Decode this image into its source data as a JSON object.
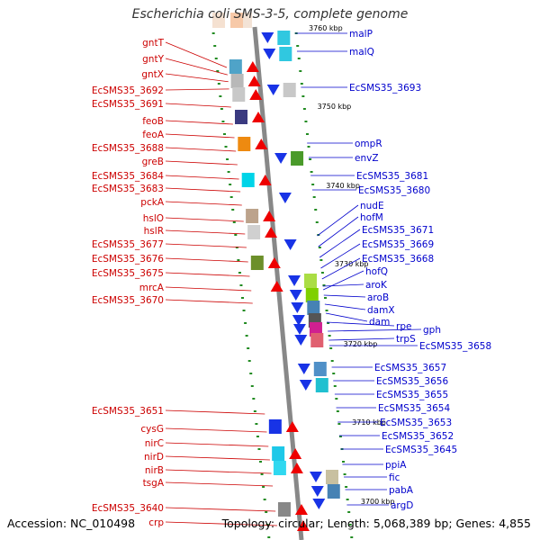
{
  "title": "Escherichia coli SMS-3-5, complete genome",
  "accession": "Accession: NC_010498",
  "topology": "Topology: circular; Length: 5,068,389 bp; Genes: 4,855",
  "colors": {
    "left_labels": "#cc0000",
    "right_labels": "#0000cc",
    "backbone": "#888888",
    "ticks": "#228b22"
  },
  "ruler": [
    "3760 kbp",
    "3750 kbp",
    "3740 kbp",
    "3730 kbp",
    "3720 kbp",
    "3710 kbp",
    "3700 kbp"
  ],
  "left_labels": [
    "gntT",
    "gntY",
    "gntX",
    "EcSMS35_3692",
    "EcSMS35_3691",
    "feoB",
    "feoA",
    "EcSMS35_3688",
    "greB",
    "EcSMS35_3684",
    "EcSMS35_3683",
    "pckA",
    "hslO",
    "hslR",
    "EcSMS35_3677",
    "EcSMS35_3676",
    "EcSMS35_3675",
    "mrcA",
    "EcSMS35_3670",
    "EcSMS35_3651",
    "cysG",
    "nirC",
    "nirD",
    "nirB",
    "tsgA",
    "EcSMS35_3640",
    "crp"
  ],
  "right_labels": [
    "malP",
    "malQ",
    "EcSMS35_3693",
    "ompR",
    "envZ",
    "EcSMS35_3681",
    "EcSMS35_3680",
    "nudE",
    "hofM",
    "EcSMS35_3671",
    "EcSMS35_3669",
    "EcSMS35_3668",
    "hofQ",
    "aroK",
    "aroB",
    "damX",
    "dam",
    "rpe",
    "gph",
    "trpS",
    "EcSMS35_3658",
    "EcSMS35_3657",
    "EcSMS35_3656",
    "EcSMS35_3655",
    "EcSMS35_3654",
    "EcSMS35_3653",
    "EcSMS35_3652",
    "EcSMS35_3645",
    "ppiA",
    "fic",
    "pabA",
    "argD"
  ]
}
